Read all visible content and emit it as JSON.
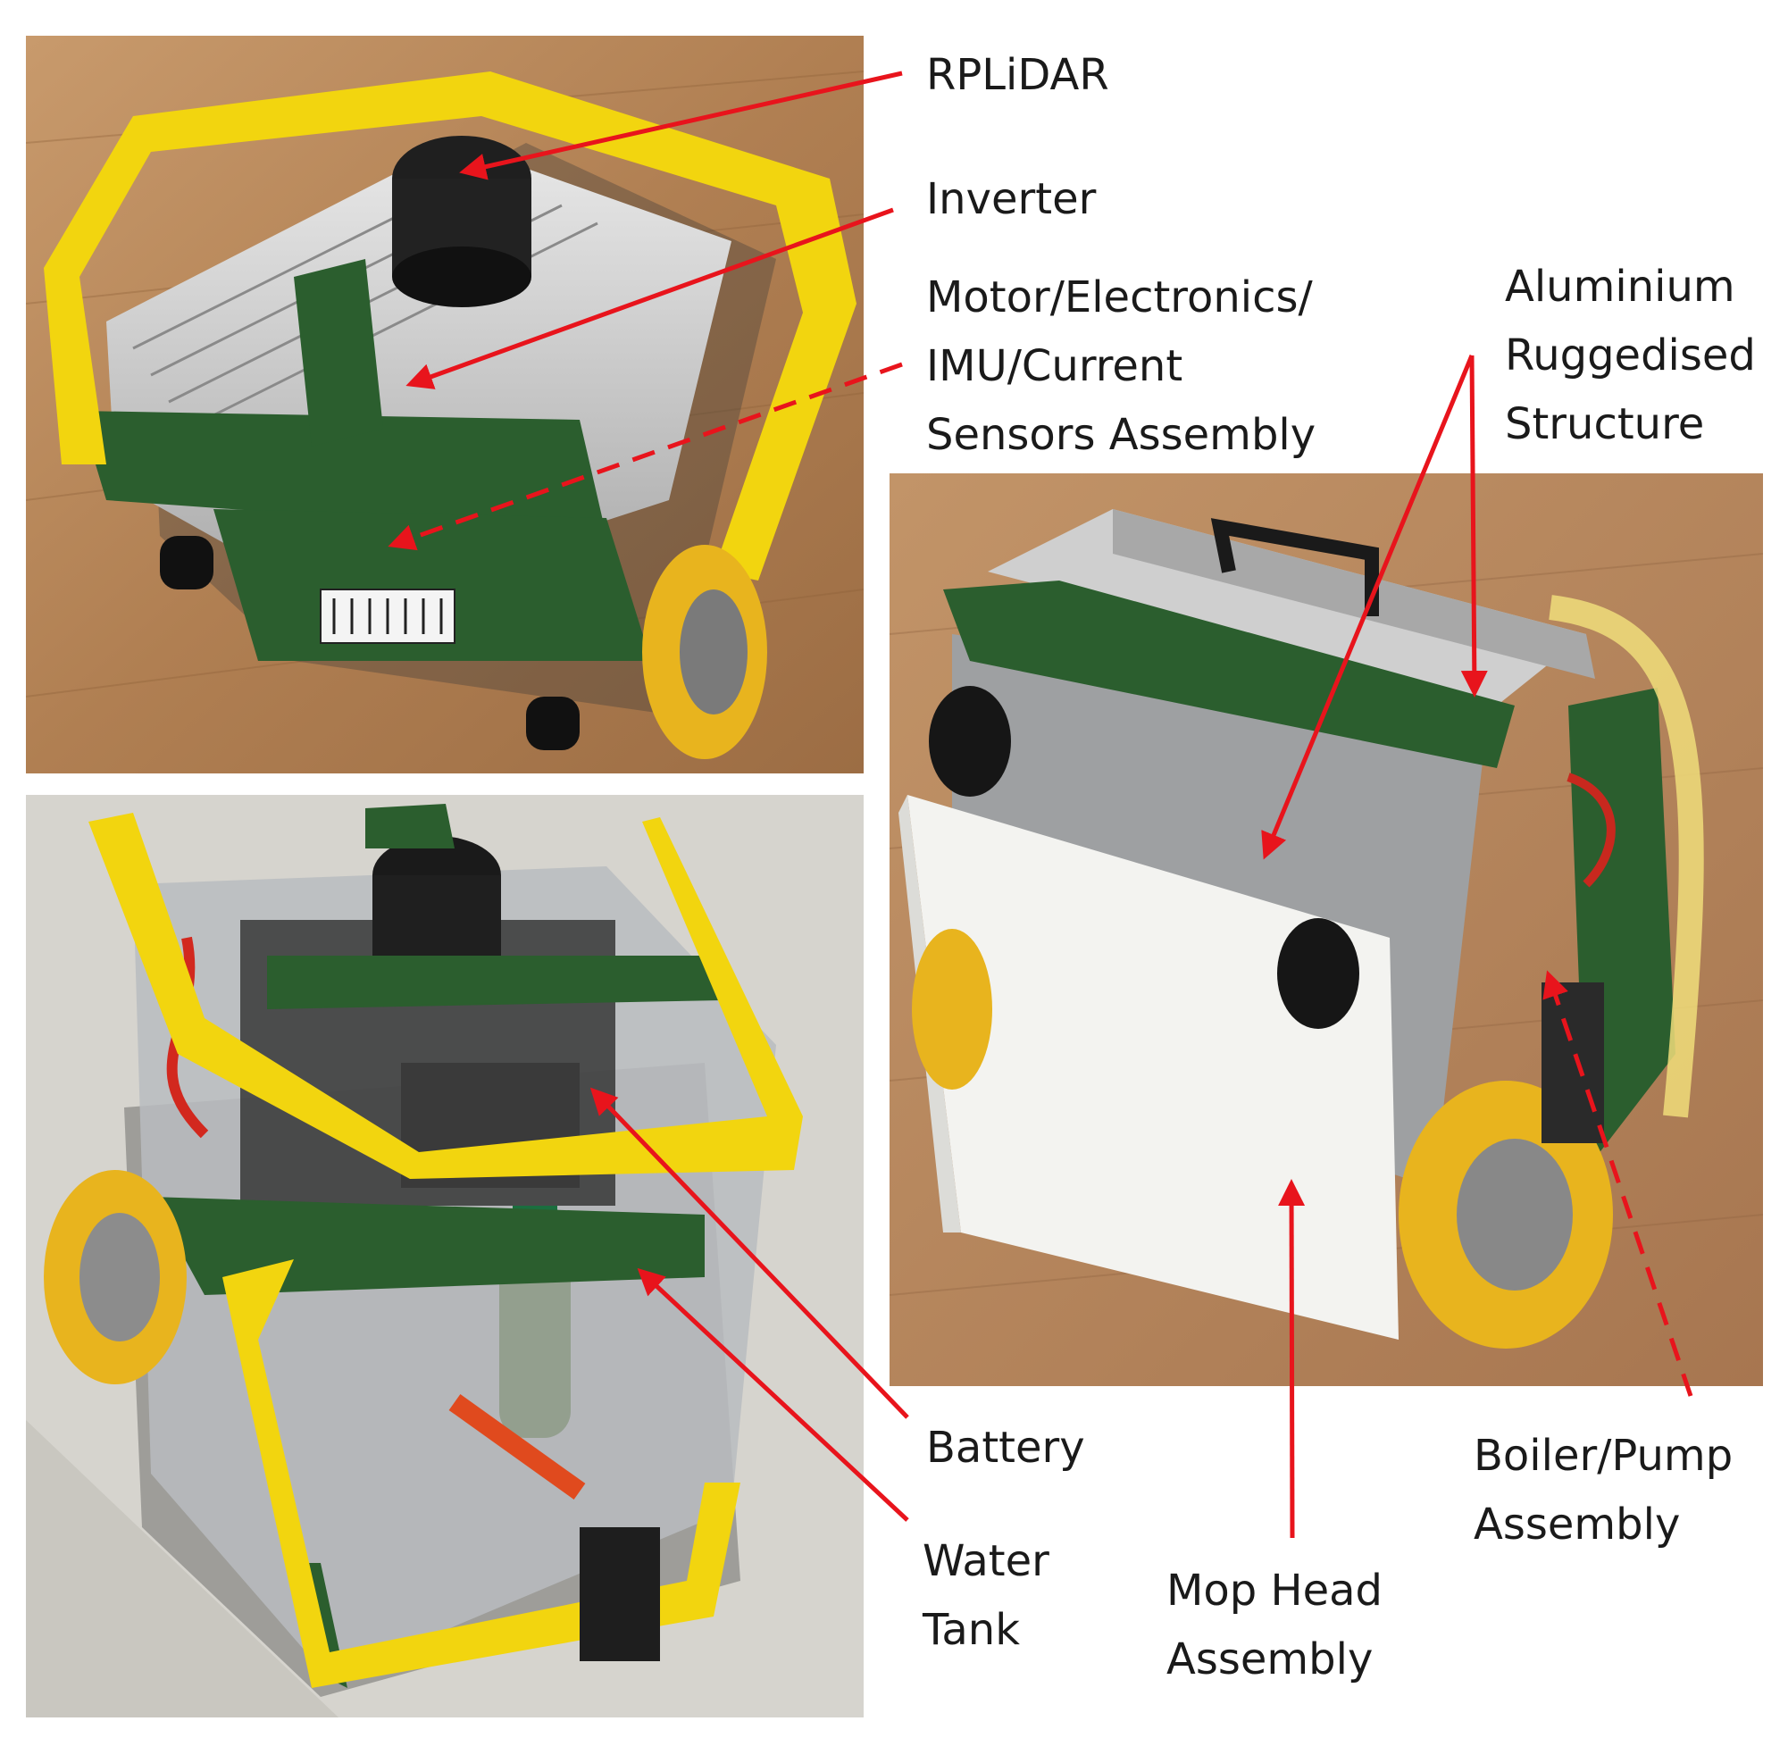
{
  "labels": {
    "rplidar": "RPLiDAR",
    "inverter": "Inverter",
    "motor_electronics": "Motor/Electronics/\nIMU/Current\nSensors Assembly",
    "aluminium_structure": "Aluminium\nRuggedised\nStructure",
    "battery": "Battery",
    "water_tank": "Water\nTank",
    "mop_head": "Mop Head\nAssembly",
    "boiler_pump": "Boiler/Pump\nAssembly"
  },
  "colors": {
    "arrow": "#e8141c",
    "frame_green": "#2b5e2e",
    "frame_yellow": "#f2d50f",
    "floor_wood": "#b98a5e",
    "floor_grey": "#d4d2cc",
    "wheel_yellow": "#e8b41e",
    "mop_white": "#f2f2ef"
  }
}
